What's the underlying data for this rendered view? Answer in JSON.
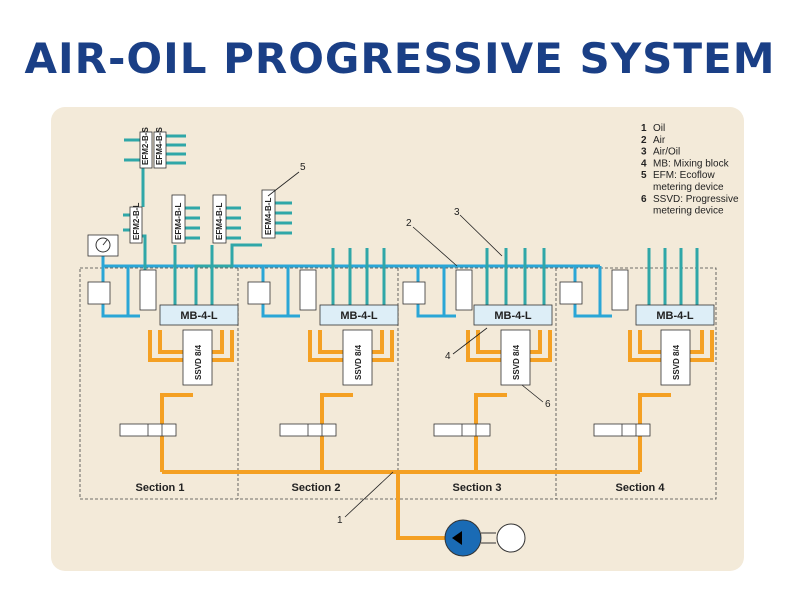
{
  "title": "AIR-OIL PROGRESSIVE SYSTEM",
  "colors": {
    "oil": "#f4a023",
    "air": "#2aa6d6",
    "air_oil": "#2fa7a8",
    "panel": "#f3ead9",
    "title": "#1a3f86"
  },
  "legend": [
    {
      "num": "1",
      "lines": [
        "Oil"
      ]
    },
    {
      "num": "2",
      "lines": [
        "Air"
      ]
    },
    {
      "num": "3",
      "lines": [
        "Air/Oil"
      ]
    },
    {
      "num": "4",
      "lines": [
        "MB: Mixing block"
      ]
    },
    {
      "num": "5",
      "lines": [
        "EFM: Ecoflow",
        "metering device"
      ]
    },
    {
      "num": "6",
      "lines": [
        "SSVD: Progressive",
        "metering device"
      ]
    }
  ],
  "sections": [
    {
      "label": "Section 1",
      "mixing_block": "MB-4-L",
      "ssvd": "SSVD 8/4"
    },
    {
      "label": "Section 2",
      "mixing_block": "MB-4-L",
      "ssvd": "SSVD 8/4"
    },
    {
      "label": "Section 3",
      "mixing_block": "MB-4-L",
      "ssvd": "SSVD 8/4"
    },
    {
      "label": "Section 4",
      "mixing_block": "MB-4-L",
      "ssvd": "SSVD 8/4"
    }
  ],
  "efm_devices": [
    "EFM2-B-S",
    "EFM4-B-S",
    "EFM2-B-L",
    "EFM4-B-L",
    "EFM4-B-L",
    "EFM4-B-L"
  ],
  "callouts": {
    "c1": "1",
    "c2": "2",
    "c3": "3",
    "c4": "4",
    "c5": "5",
    "c6": "6"
  }
}
